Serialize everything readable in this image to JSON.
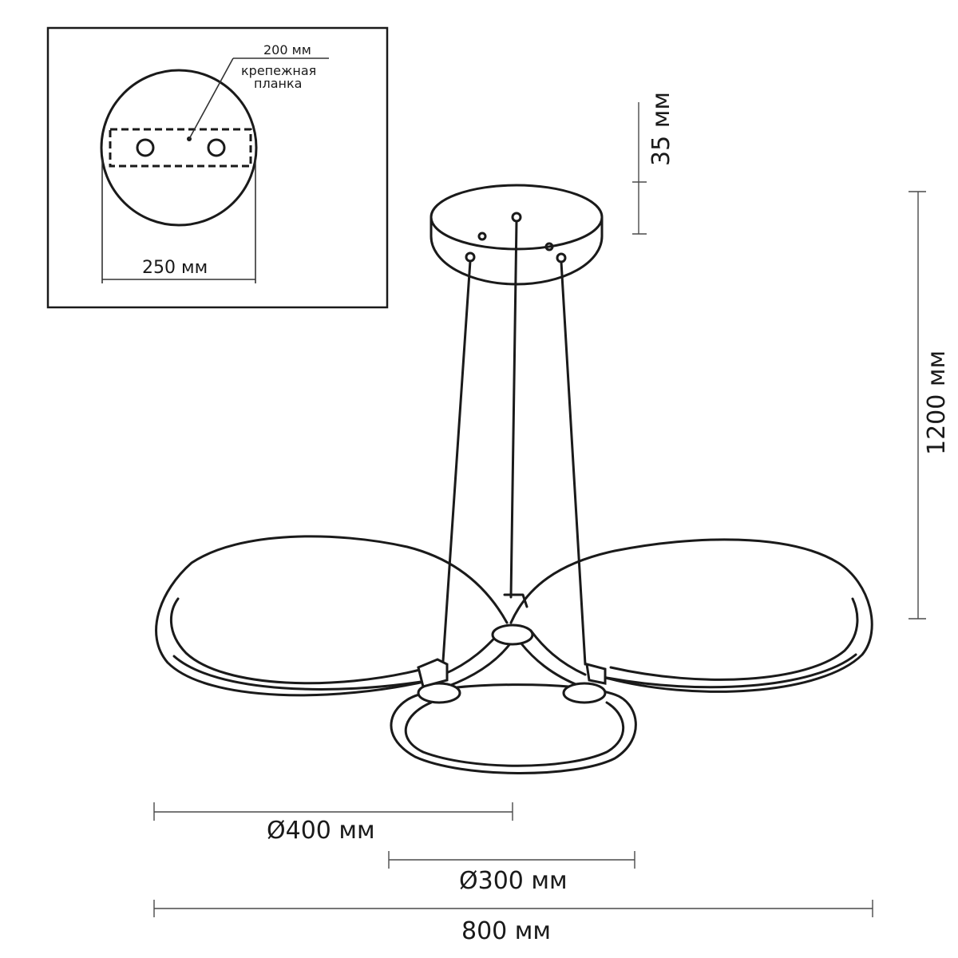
{
  "colors": {
    "line": "#1a1a1a",
    "background": "#ffffff"
  },
  "inset": {
    "label_plate_width": "200 мм",
    "label_plate_line1": "крепежная",
    "label_plate_line2": "планка",
    "label_canopy_diameter": "250 мм"
  },
  "dimensions": {
    "canopy_height": "35 мм",
    "total_height": "1200 мм",
    "large_ring_diameter": "Ø400 мм",
    "small_ring_diameter": "Ø300 мм",
    "total_width": "800 мм"
  }
}
